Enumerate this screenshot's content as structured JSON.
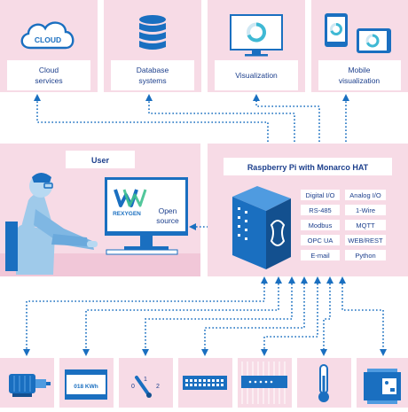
{
  "services": [
    {
      "icon": "cloud-icon",
      "icon_text": "CLOUD",
      "label_lines": [
        "Cloud",
        "services"
      ]
    },
    {
      "icon": "database-icon",
      "label_lines": [
        "Database",
        "systems"
      ]
    },
    {
      "icon": "monitor-chart-icon",
      "label_lines": [
        "Visualization"
      ]
    },
    {
      "icon": "mobile-devices-icon",
      "label_lines": [
        "Mobile",
        "visualization"
      ]
    }
  ],
  "user": {
    "title": "User",
    "logo_text": "REXYGEN",
    "screen_text": [
      "Open",
      "source"
    ]
  },
  "rpi": {
    "title": "Raspberry Pi with Monarco HAT",
    "features": [
      [
        "Digital I/O",
        "Analog I/O"
      ],
      [
        "RS-485",
        "1-Wire"
      ],
      [
        "Modbus",
        "MQTT"
      ],
      [
        "OPC UA",
        "WEB/REST"
      ],
      [
        "E-mail",
        "Python"
      ]
    ]
  },
  "devices": [
    {
      "icon": "motor-icon"
    },
    {
      "icon": "energy-meter-icon",
      "text": "018 KWh"
    },
    {
      "icon": "switch-icon",
      "labels": [
        "0",
        "1",
        "2"
      ]
    },
    {
      "icon": "terminal-block-icon"
    },
    {
      "icon": "io-module-icon"
    },
    {
      "icon": "thermometer-icon"
    },
    {
      "icon": "plc-icon"
    }
  ],
  "colors": {
    "pink": "#f7dbe6",
    "pink_dark": "#f1c7d8",
    "blue": "#1a6fc0",
    "blue_dark": "#13508f",
    "text": "#1c3f8c",
    "cyan": "#3fb9d4",
    "green": "#3fc190"
  }
}
